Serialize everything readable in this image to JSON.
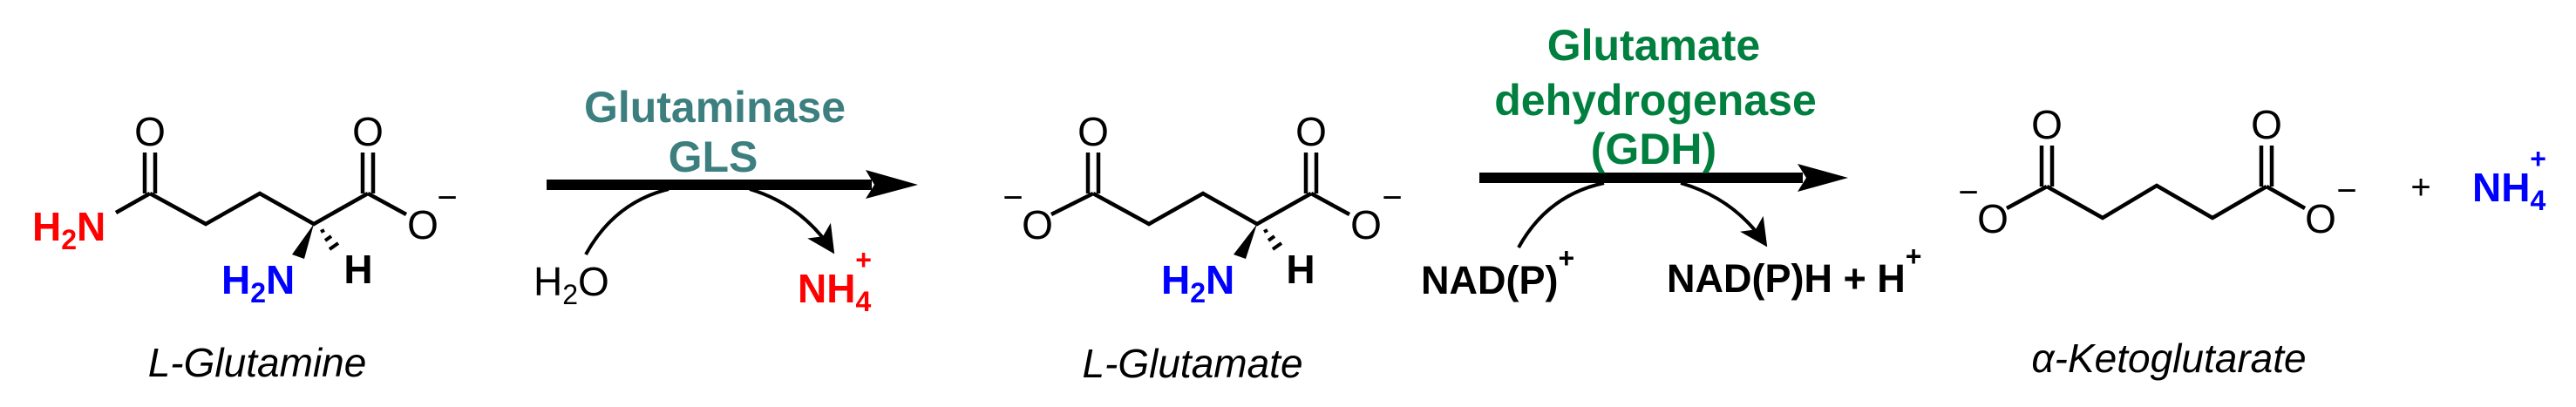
{
  "diagram": {
    "title": "Glutamine to alpha-ketoglutarate metabolic pathway",
    "colors": {
      "background": "#FFFFFF",
      "bond": "#000000",
      "amide_nitrogen": "#FF0000",
      "amino_nitrogen": "#0000FF",
      "glutaminase_label": "#3D7F7F",
      "gdh_label": "#007F3F",
      "ammonium_step1": "#FF0000",
      "ammonium_product": "#0000FF"
    },
    "compounds": [
      {
        "id": "l-glutamine",
        "name": "L-Glutamine",
        "amide_group": {
          "main": "H",
          "sub": "2",
          "end": "N"
        },
        "amino_group": {
          "main": "H",
          "sub": "2",
          "end": "N"
        },
        "oxygen": "O",
        "hydrogen": "H",
        "charge": "−"
      },
      {
        "id": "l-glutamate",
        "name": "L-Glutamate",
        "amino_group": {
          "main": "H",
          "sub": "2",
          "end": "N"
        },
        "oxygen": "O",
        "hydrogen": "H",
        "charge": "−"
      },
      {
        "id": "alpha-ketoglutarate",
        "name": "α-Ketoglutarate",
        "oxygen": "O",
        "charge": "−"
      }
    ],
    "reactions": [
      {
        "id": "step-1",
        "enzyme_lines": [
          "Glutaminase",
          "GLS"
        ],
        "consumed": {
          "main": "H",
          "sub": "2",
          "end": "O"
        },
        "released": {
          "main": "NH",
          "sub": "4",
          "sup": "+"
        }
      },
      {
        "id": "step-2",
        "enzyme_lines": [
          "Glutamate",
          "dehydrogenase",
          "(GDH)"
        ],
        "consumed": {
          "main": "NAD(P)",
          "sup": "+"
        },
        "released": {
          "main": "NAD(P)H + H",
          "sup": "+"
        }
      }
    ],
    "final_plus": "+",
    "final_byproduct": {
      "main": "NH",
      "sub": "4",
      "sup": "+"
    }
  }
}
